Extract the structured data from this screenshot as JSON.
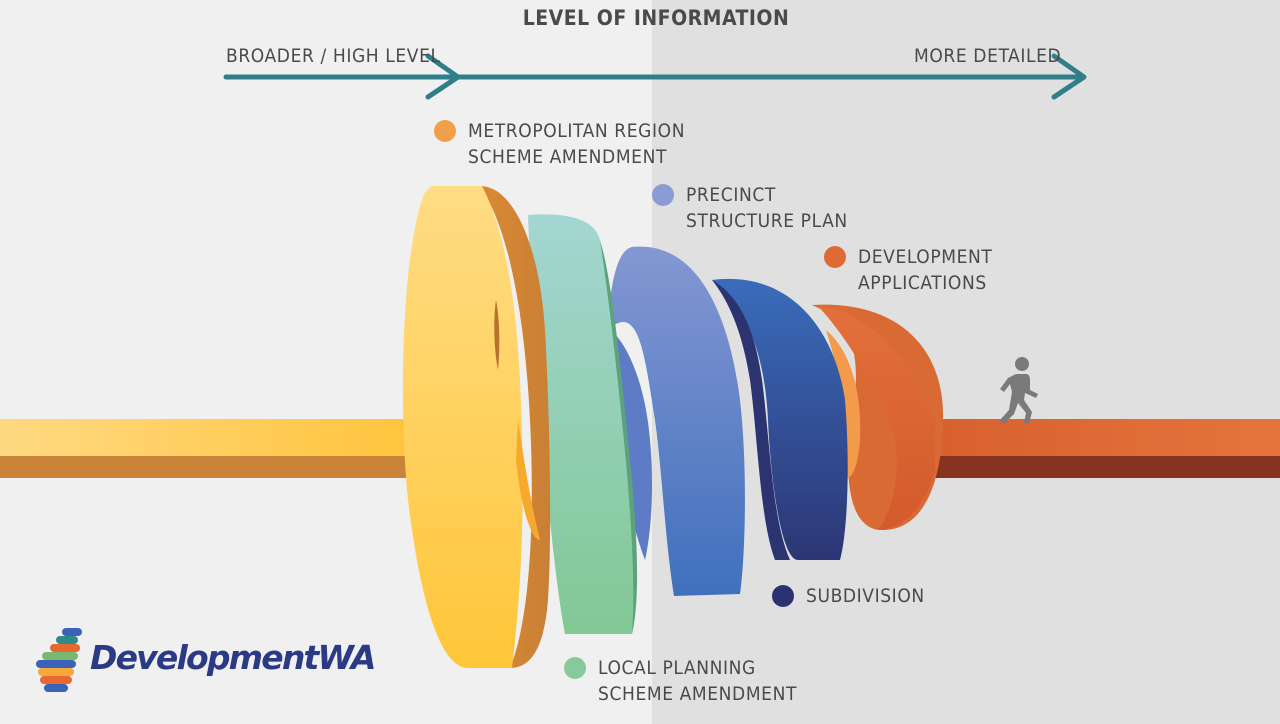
{
  "title": "LEVEL OF INFORMATION",
  "axis": {
    "left_label": "BROADER / HIGH LEVEL",
    "right_label": "MORE DETAILED"
  },
  "stages": [
    {
      "lines": [
        "METROPOLITAN REGION",
        "SCHEME AMENDMENT"
      ],
      "color": "#f0a04b"
    },
    {
      "lines": [
        "PRECINCT",
        "STRUCTURE PLAN"
      ],
      "color": "#8b9bd3"
    },
    {
      "lines": [
        "DEVELOPMENT",
        "APPLICATIONS"
      ],
      "color": "#e06a35"
    },
    {
      "lines": [
        "SUBDIVISION"
      ],
      "color": "#2c3270"
    },
    {
      "lines": [
        "LOCAL PLANNING",
        "SCHEME AMENDMENT"
      ],
      "color": "#86c99a"
    }
  ],
  "icons": {
    "walking_person": "walking-person-icon",
    "logo": "development-wa-logo"
  },
  "logo": {
    "text": "DevelopmentWA"
  }
}
